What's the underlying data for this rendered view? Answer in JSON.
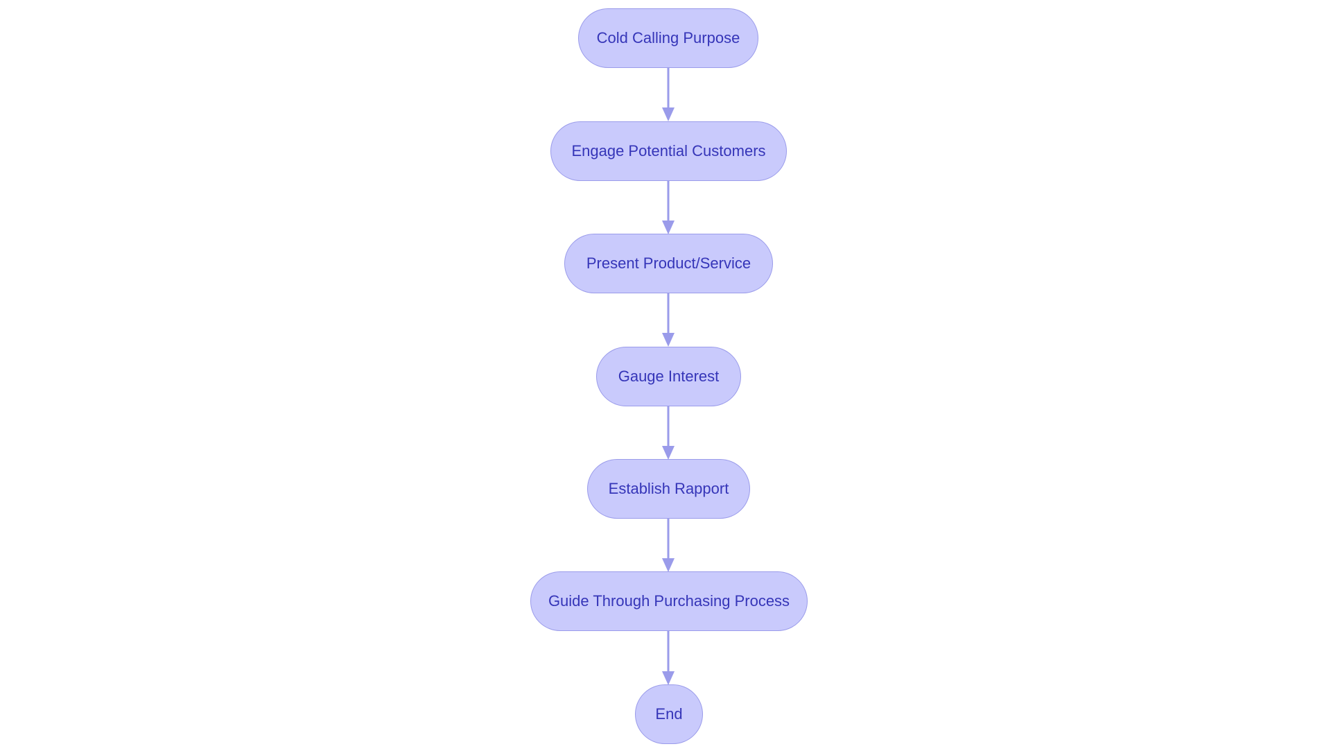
{
  "diagram": {
    "type": "flowchart",
    "nodes": [
      {
        "id": "n1",
        "label": "Cold Calling Purpose"
      },
      {
        "id": "n2",
        "label": "Engage Potential Customers"
      },
      {
        "id": "n3",
        "label": "Present Product/Service"
      },
      {
        "id": "n4",
        "label": "Gauge Interest"
      },
      {
        "id": "n5",
        "label": "Establish Rapport"
      },
      {
        "id": "n6",
        "label": "Guide Through Purchasing Process"
      },
      {
        "id": "n7",
        "label": "End"
      }
    ],
    "edges": [
      {
        "from": "n1",
        "to": "n2"
      },
      {
        "from": "n2",
        "to": "n3"
      },
      {
        "from": "n3",
        "to": "n4"
      },
      {
        "from": "n4",
        "to": "n5"
      },
      {
        "from": "n5",
        "to": "n6"
      },
      {
        "from": "n6",
        "to": "n7"
      }
    ],
    "colors": {
      "node_fill": "#c9cafc",
      "node_border": "#9a9bea",
      "node_text": "#3535b8",
      "edge": "#9a9bea"
    }
  }
}
